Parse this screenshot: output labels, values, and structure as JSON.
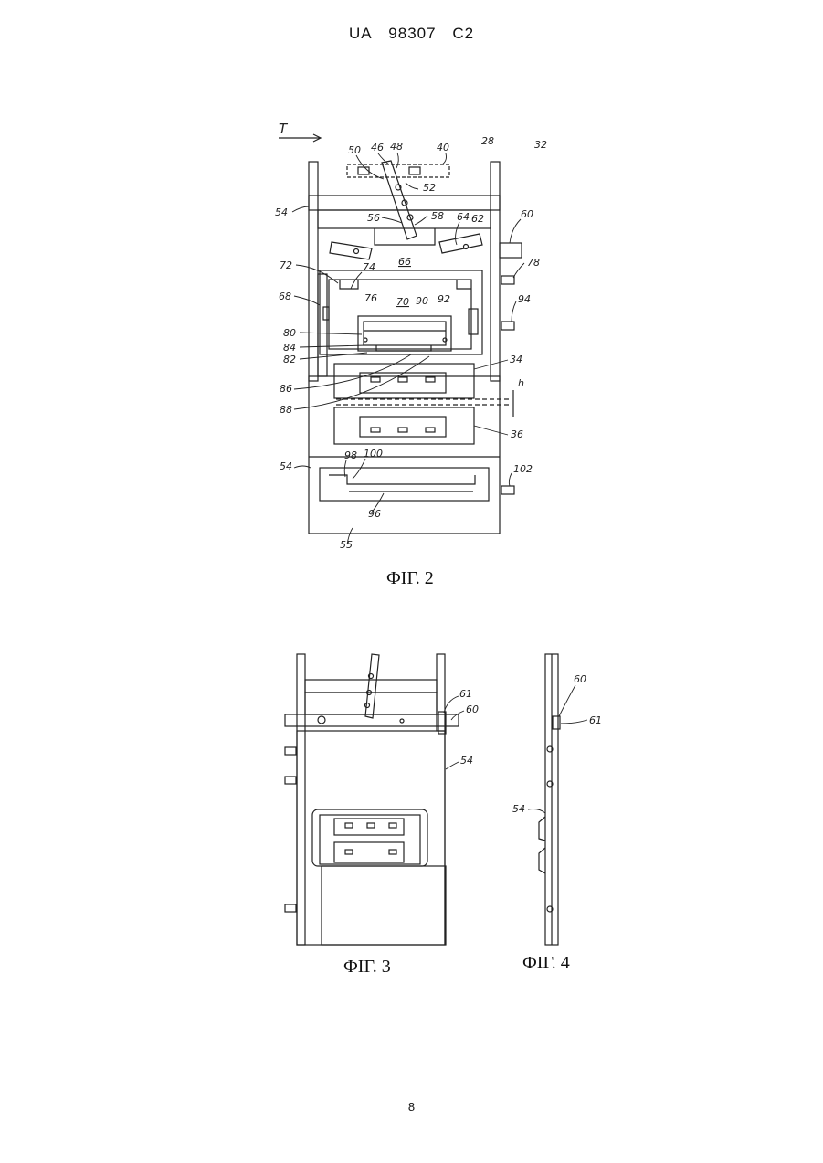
{
  "header": {
    "country": "UA",
    "number": "98307",
    "kind": "C2"
  },
  "figures": [
    {
      "caption": "ФІГ. 2",
      "arrow_label": "T",
      "labels": [
        "50",
        "46",
        "48",
        "40",
        "28",
        "32",
        "52",
        "54",
        "56",
        "58",
        "64",
        "62",
        "60",
        "78",
        "72",
        "74",
        "66",
        "68",
        "76",
        "70",
        "90",
        "92",
        "94",
        "80",
        "84",
        "82",
        "86",
        "88",
        "34",
        "h",
        "36",
        "54",
        "98",
        "100",
        "102",
        "96",
        "55"
      ]
    },
    {
      "caption": "ФІГ. 3",
      "labels": [
        "61",
        "60",
        "54"
      ]
    },
    {
      "caption": "ФІГ. 4",
      "labels": [
        "60",
        "61",
        "54"
      ]
    }
  ],
  "page_number": "8"
}
